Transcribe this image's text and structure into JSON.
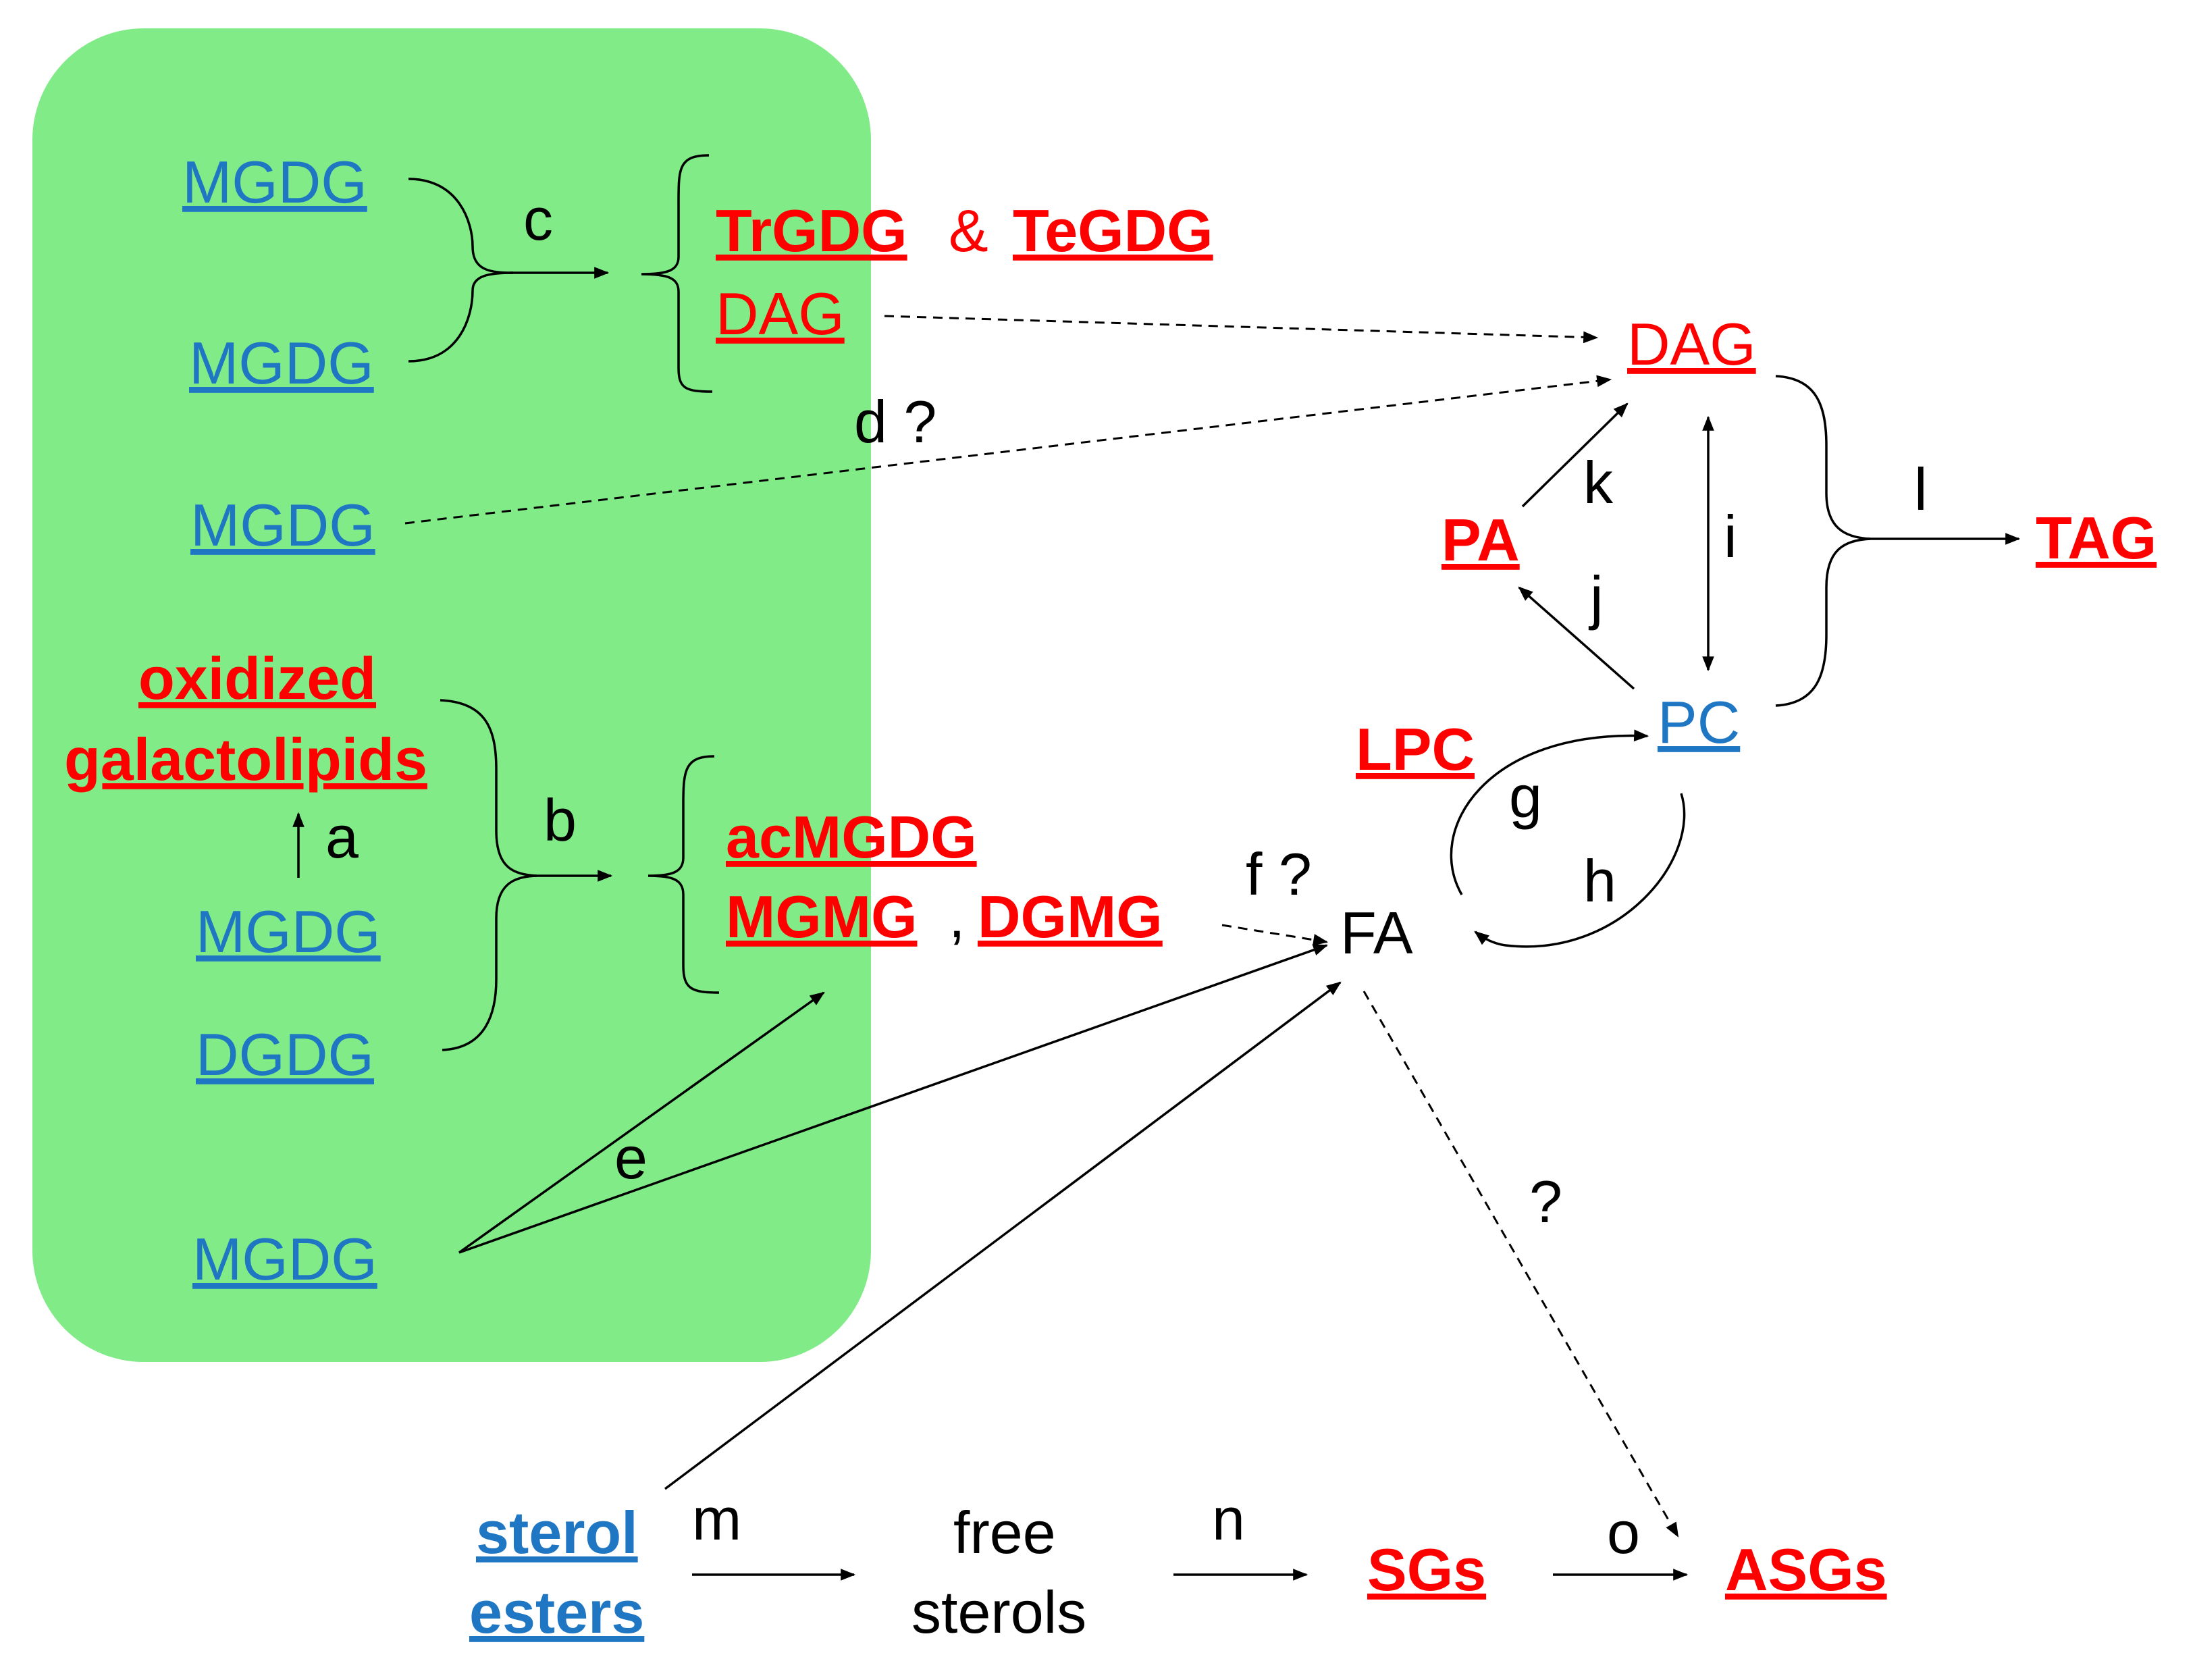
{
  "colors": {
    "background": "#ffffff",
    "chloroplast_region": "#80eb87",
    "blue_text": "#1f77c4",
    "red_text": "#ff0000",
    "black": "#000000"
  },
  "nodes": {
    "mgdg_1": "MGDG",
    "mgdg_2": "MGDG",
    "trgdg": "TrGDG",
    "amp": "&",
    "tegdg": "TeGDG",
    "dag_left": "DAG",
    "mgdg_3": "MGDG",
    "dag_right": "DAG",
    "pa": "PA",
    "tag": "TAG",
    "pc": "PC",
    "lpc": "LPC",
    "oxidized": "oxidized",
    "galactolipids": "galactolipids",
    "mgdg_4": "MGDG",
    "dgdg": "DGDG",
    "acmgdg": "acMGDG",
    "mgmg": "MGMG",
    "comma": ",",
    "dgmg": "DGMG",
    "fa": "FA",
    "mgdg_5": "MGDG",
    "sterol": "sterol",
    "esters": "esters",
    "free": "free",
    "sterols": "sterols",
    "sgs": "SGs",
    "asgs": "ASGs"
  },
  "reactions": {
    "a": "a",
    "b": "b",
    "c": "c",
    "d": "d ?",
    "e": "e",
    "f": "f ?",
    "g": "g",
    "h": "h",
    "i": "i",
    "j": "j",
    "k": "k",
    "l": "l",
    "m": "m",
    "n": "n",
    "o": "o",
    "unknown": "?"
  }
}
